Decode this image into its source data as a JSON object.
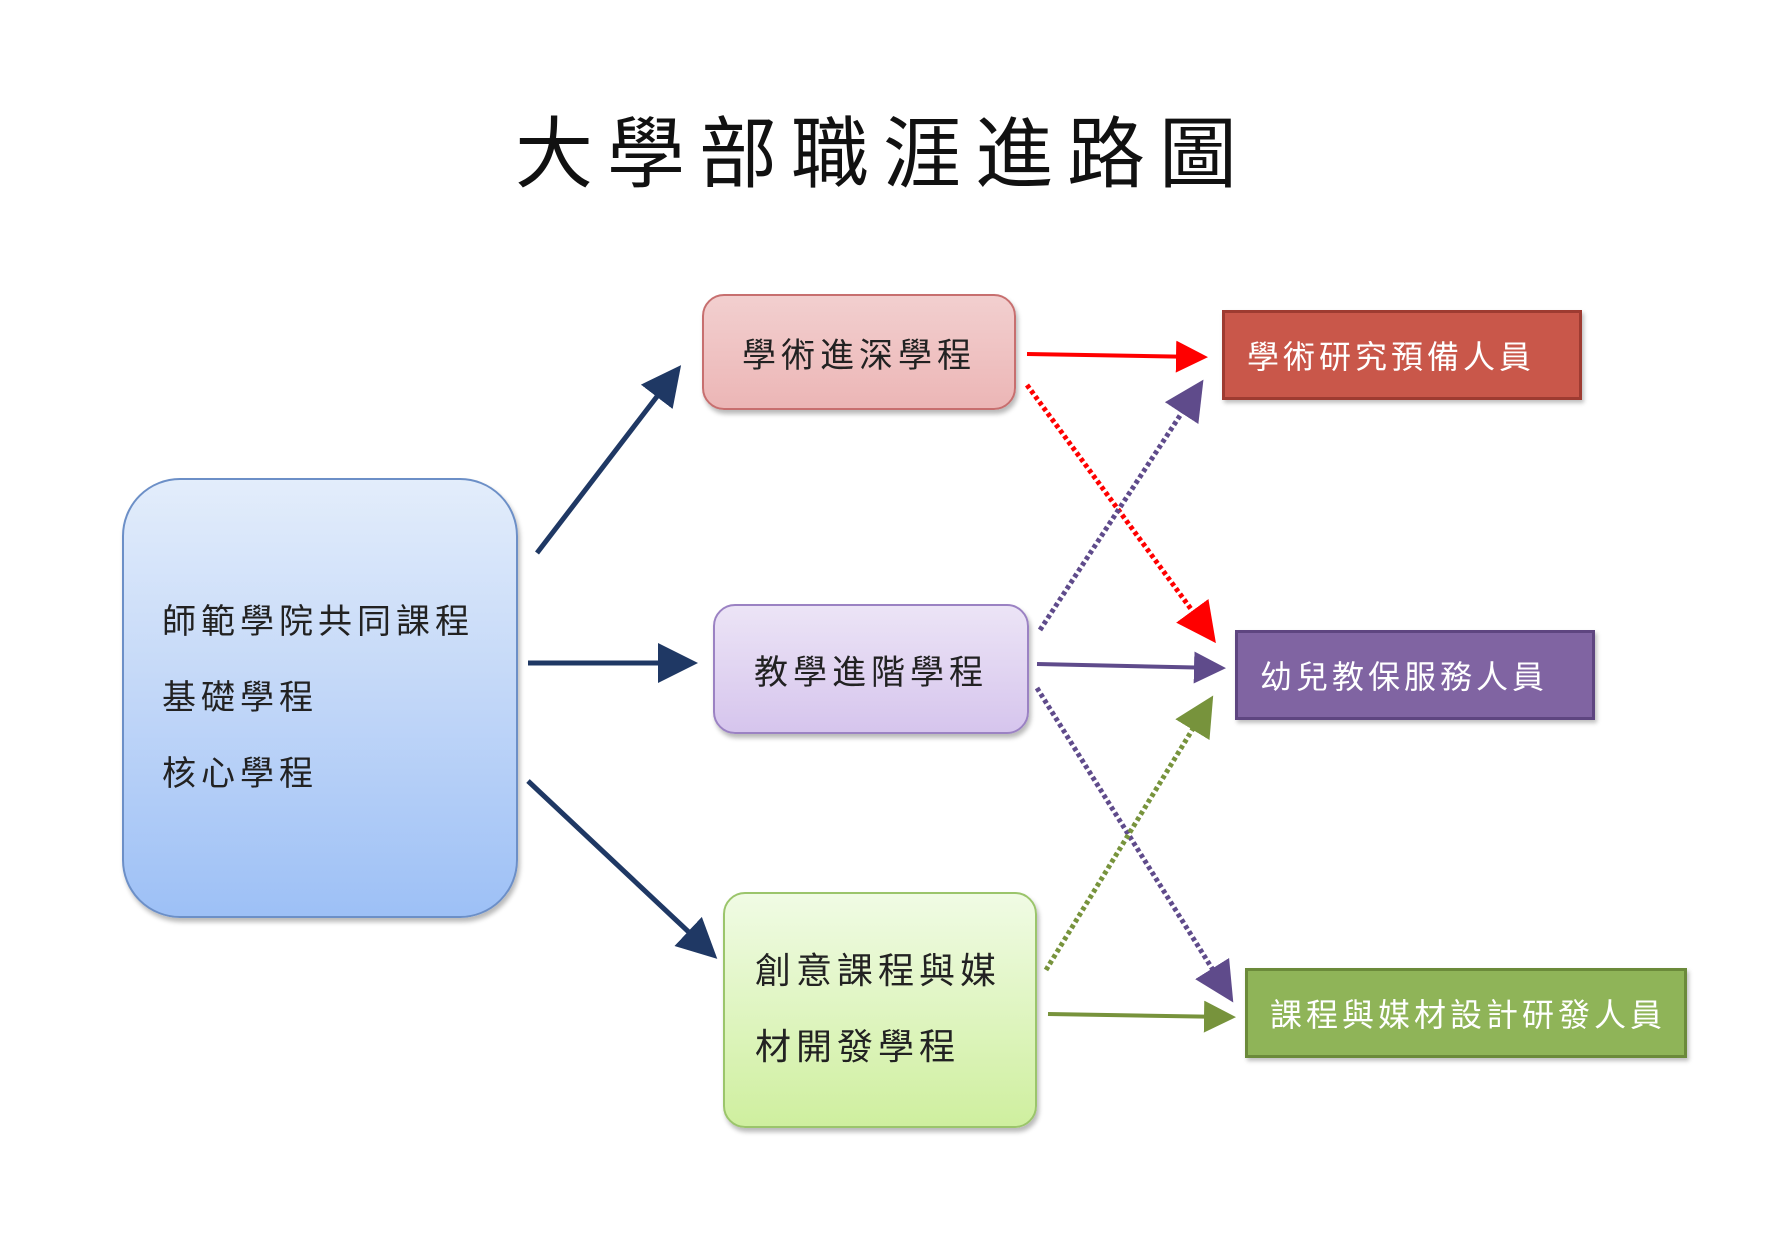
{
  "title": "大學部職涯進路圖",
  "foundation": {
    "lines": [
      "師範學院共同課程",
      "基礎學程",
      "核心學程"
    ]
  },
  "programs": {
    "academic": {
      "lines": [
        "學術進深學程"
      ]
    },
    "teaching": {
      "lines": [
        "教學進階學程"
      ]
    },
    "creative": {
      "lines": [
        "創意課程與媒",
        "材開發學程"
      ]
    }
  },
  "careers": {
    "research": "學術研究預備人員",
    "childcare": "幼兒教保服務人員",
    "design": "課程與媒材設計研發人員"
  },
  "colors": {
    "navy_arrow": "#1f3864",
    "red_arrow": "#ff0000",
    "purple_arrow": "#5f4b8b",
    "green_arrow": "#77933c"
  }
}
